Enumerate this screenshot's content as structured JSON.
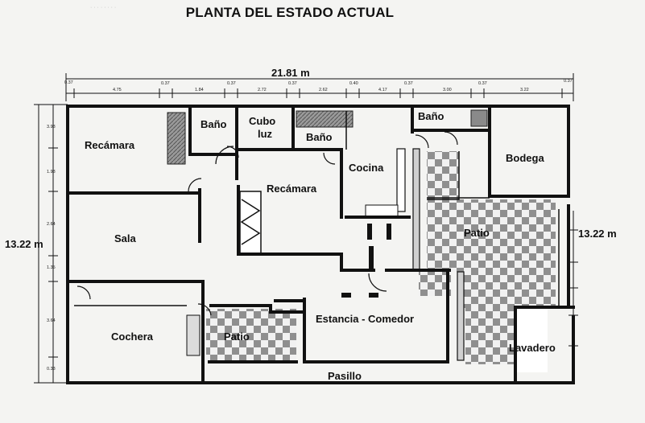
{
  "title": "PLANTA DEL ESTADO ACTUAL",
  "dimensions": {
    "total_width": "21.81 m",
    "height_left": "13.22 m",
    "height_right": "13.22 m",
    "top_segments": [
      "0.37",
      "4.75",
      "0.37",
      "1.84",
      "0.37",
      "2.72",
      "0.37",
      "2.62",
      "0.40",
      "4.17",
      "0.37",
      "3.00",
      "0.37",
      "3.22",
      "0.37"
    ],
    "left_segments": [
      "3.93",
      "1.93",
      "2.64",
      "1.35",
      "3.64",
      "0.33"
    ]
  },
  "rooms": {
    "recamara_1": "Recámara",
    "bano_1": "Baño",
    "cubo_luz_1": "Cubo",
    "cubo_luz_2": "luz",
    "bano_2": "Baño",
    "bano_3": "Baño",
    "cocina": "Cocina",
    "recamara_2": "Recámara",
    "bodega": "Bodega",
    "sala": "Sala",
    "patio_1": "Patio",
    "estancia_comedor": "Estancia - Comedor",
    "cochera": "Cochera",
    "patio_2": "Patio",
    "lavadero": "Lavadero",
    "pasillo": "Pasillo"
  }
}
